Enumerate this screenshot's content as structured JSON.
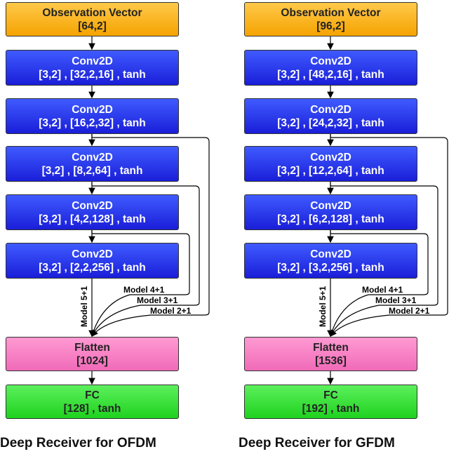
{
  "left": {
    "caption": "Deep Receiver for OFDM",
    "observation": {
      "title": "Observation Vector",
      "shape": "[64,2]"
    },
    "conv_layers": [
      {
        "title": "Conv2D",
        "params": "[3,2] , [32,2,16] , tanh"
      },
      {
        "title": "Conv2D",
        "params": "[3,2] , [16,2,32] , tanh"
      },
      {
        "title": "Conv2D",
        "params": "[3,2] , [8,2,64] , tanh"
      },
      {
        "title": "Conv2D",
        "params": "[3,2] , [4,2,128] , tanh"
      },
      {
        "title": "Conv2D",
        "params": "[3,2] , [2,2,256] , tanh"
      }
    ],
    "flatten": {
      "title": "Flatten",
      "shape": "[1024]"
    },
    "fc": {
      "title": "FC",
      "params": "[128] , tanh"
    },
    "models": {
      "m5": "Model 5+1",
      "m4": "Model 4+1",
      "m3": "Model 3+1",
      "m2": "Model 2+1"
    }
  },
  "right": {
    "caption": "Deep Receiver for GFDM",
    "observation": {
      "title": "Observation Vector",
      "shape": "[96,2]"
    },
    "conv_layers": [
      {
        "title": "Conv2D",
        "params": "[3,2] , [48,2,16] , tanh"
      },
      {
        "title": "Conv2D",
        "params": "[3,2] , [24,2,32] , tanh"
      },
      {
        "title": "Conv2D",
        "params": "[3,2] , [12,2,64] , tanh"
      },
      {
        "title": "Conv2D",
        "params": "[3,2] , [6,2,128] , tanh"
      },
      {
        "title": "Conv2D",
        "params": "[3,2] , [3,2,256] , tanh"
      }
    ],
    "flatten": {
      "title": "Flatten",
      "shape": "[1536]"
    },
    "fc": {
      "title": "FC",
      "params": "[192] , tanh"
    },
    "models": {
      "m5": "Model 5+1",
      "m4": "Model 4+1",
      "m3": "Model 3+1",
      "m2": "Model 2+1"
    }
  },
  "colors": {
    "observation": "#f5a300",
    "conv": "#1f2ee0",
    "flatten": "#f06ab8",
    "fc": "#1fd21f"
  }
}
